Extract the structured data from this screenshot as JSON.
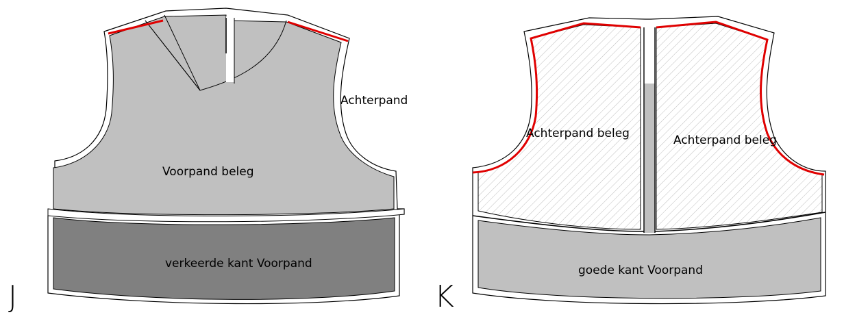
{
  "panel_j": {
    "letter": "J",
    "label_back": "Achterpand",
    "label_facing": "Voorpand beleg",
    "label_wrong_side": "verkeerde kant Voorpand"
  },
  "panel_k": {
    "letter": "K",
    "label_facing_left": "Achterpand beleg",
    "label_facing_right": "Achterpand beleg",
    "label_right_side": "goede kant Voorpand"
  },
  "colors": {
    "outline": "#000000",
    "light_grey": "#c0c0c0",
    "dark_grey": "#808080",
    "stitch_red": "#e00000",
    "hatch": "#b4b4b4"
  }
}
